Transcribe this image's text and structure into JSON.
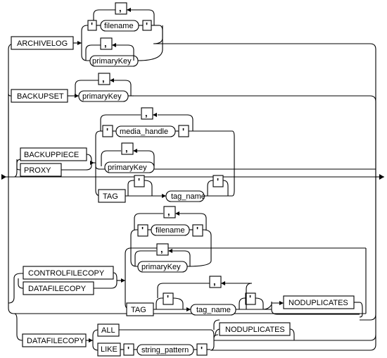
{
  "keywords": {
    "archivelog": "ARCHIVELOG",
    "backupset": "BACKUPSET",
    "backuppiece": "BACKUPPIECE",
    "proxy": "PROXY",
    "tag": "TAG",
    "controlfilecopy": "CONTROLFILECOPY",
    "datafilecopy": "DATAFILECOPY",
    "noduplicates": "NODUPLICATES",
    "all": "ALL",
    "like": "LIKE"
  },
  "variables": {
    "filename": "filename",
    "primary_key": "primaryKey",
    "media_handle": "media_handle",
    "tag_name": "tag_name",
    "string_pattern": "string_pattern"
  },
  "punctuation": {
    "quote": "'",
    "comma": ","
  }
}
